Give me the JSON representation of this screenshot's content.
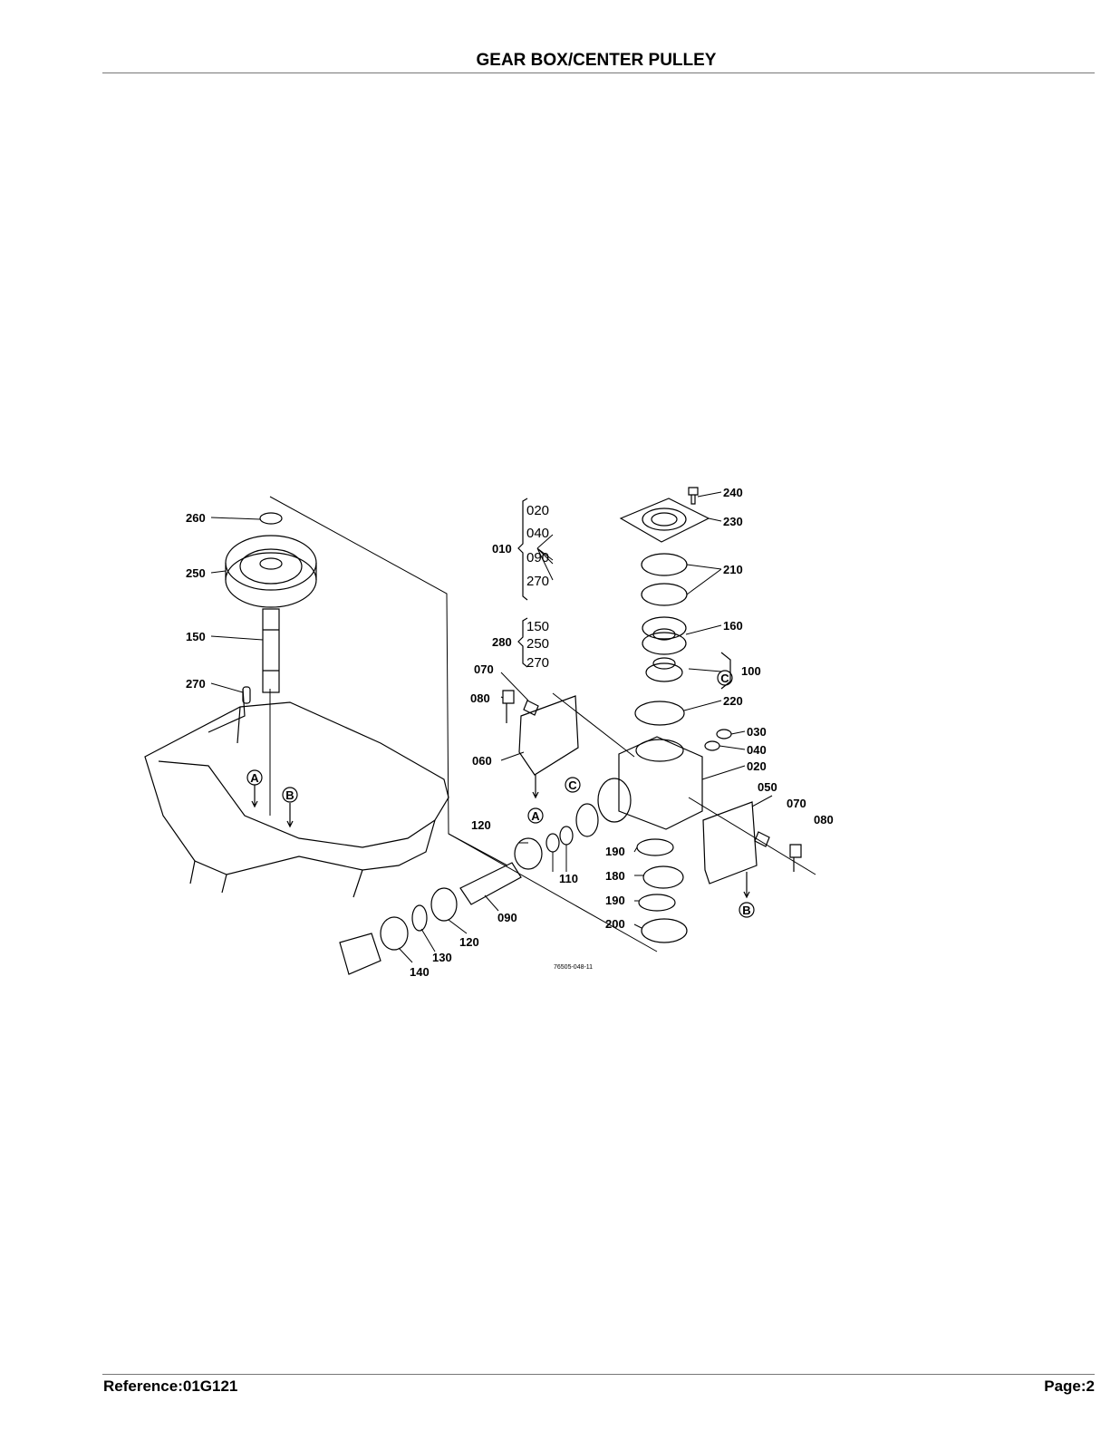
{
  "page": {
    "title": "GEAR BOX/CENTER PULLEY",
    "footer_reference": "Reference:01G121",
    "footer_page": "Page:2"
  },
  "diagram": {
    "drawing_code": "76505-048-11",
    "part_labels": [
      "260",
      "250",
      "150",
      "270",
      "240",
      "230",
      "210",
      "160",
      "100",
      "220",
      "030",
      "040",
      "020",
      "050",
      "070",
      "080",
      "070",
      "080",
      "060",
      "120",
      "110",
      "190",
      "180",
      "190",
      "200",
      "090",
      "120",
      "130",
      "140"
    ],
    "kit_010": {
      "label": "010",
      "members": [
        "020",
        "040",
        "090",
        "270"
      ]
    },
    "kit_280": {
      "label": "280",
      "members": [
        "150",
        "250",
        "270"
      ]
    },
    "reference_marks": [
      "A",
      "B",
      "A",
      "B",
      "C",
      "C"
    ]
  }
}
